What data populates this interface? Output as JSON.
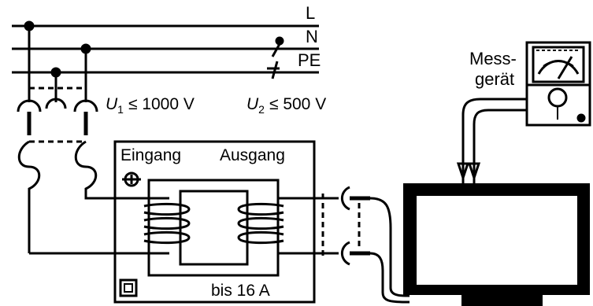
{
  "bus": {
    "L": "L",
    "N": "N",
    "PE": "PE"
  },
  "voltages": {
    "u1_symbol": "U",
    "u1_sub": "1",
    "u1_rel": "≤ 1000 V",
    "u2_symbol": "U",
    "u2_sub": "2",
    "u2_rel": "≤ 500 V"
  },
  "transformer": {
    "input_label": "Eingang",
    "output_label": "Ausgang",
    "rating_label": "bis 16 A"
  },
  "meter": {
    "line1": "Mess-",
    "line2": "gerät"
  },
  "colors": {
    "line": "#000000",
    "background": "#ffffff"
  }
}
